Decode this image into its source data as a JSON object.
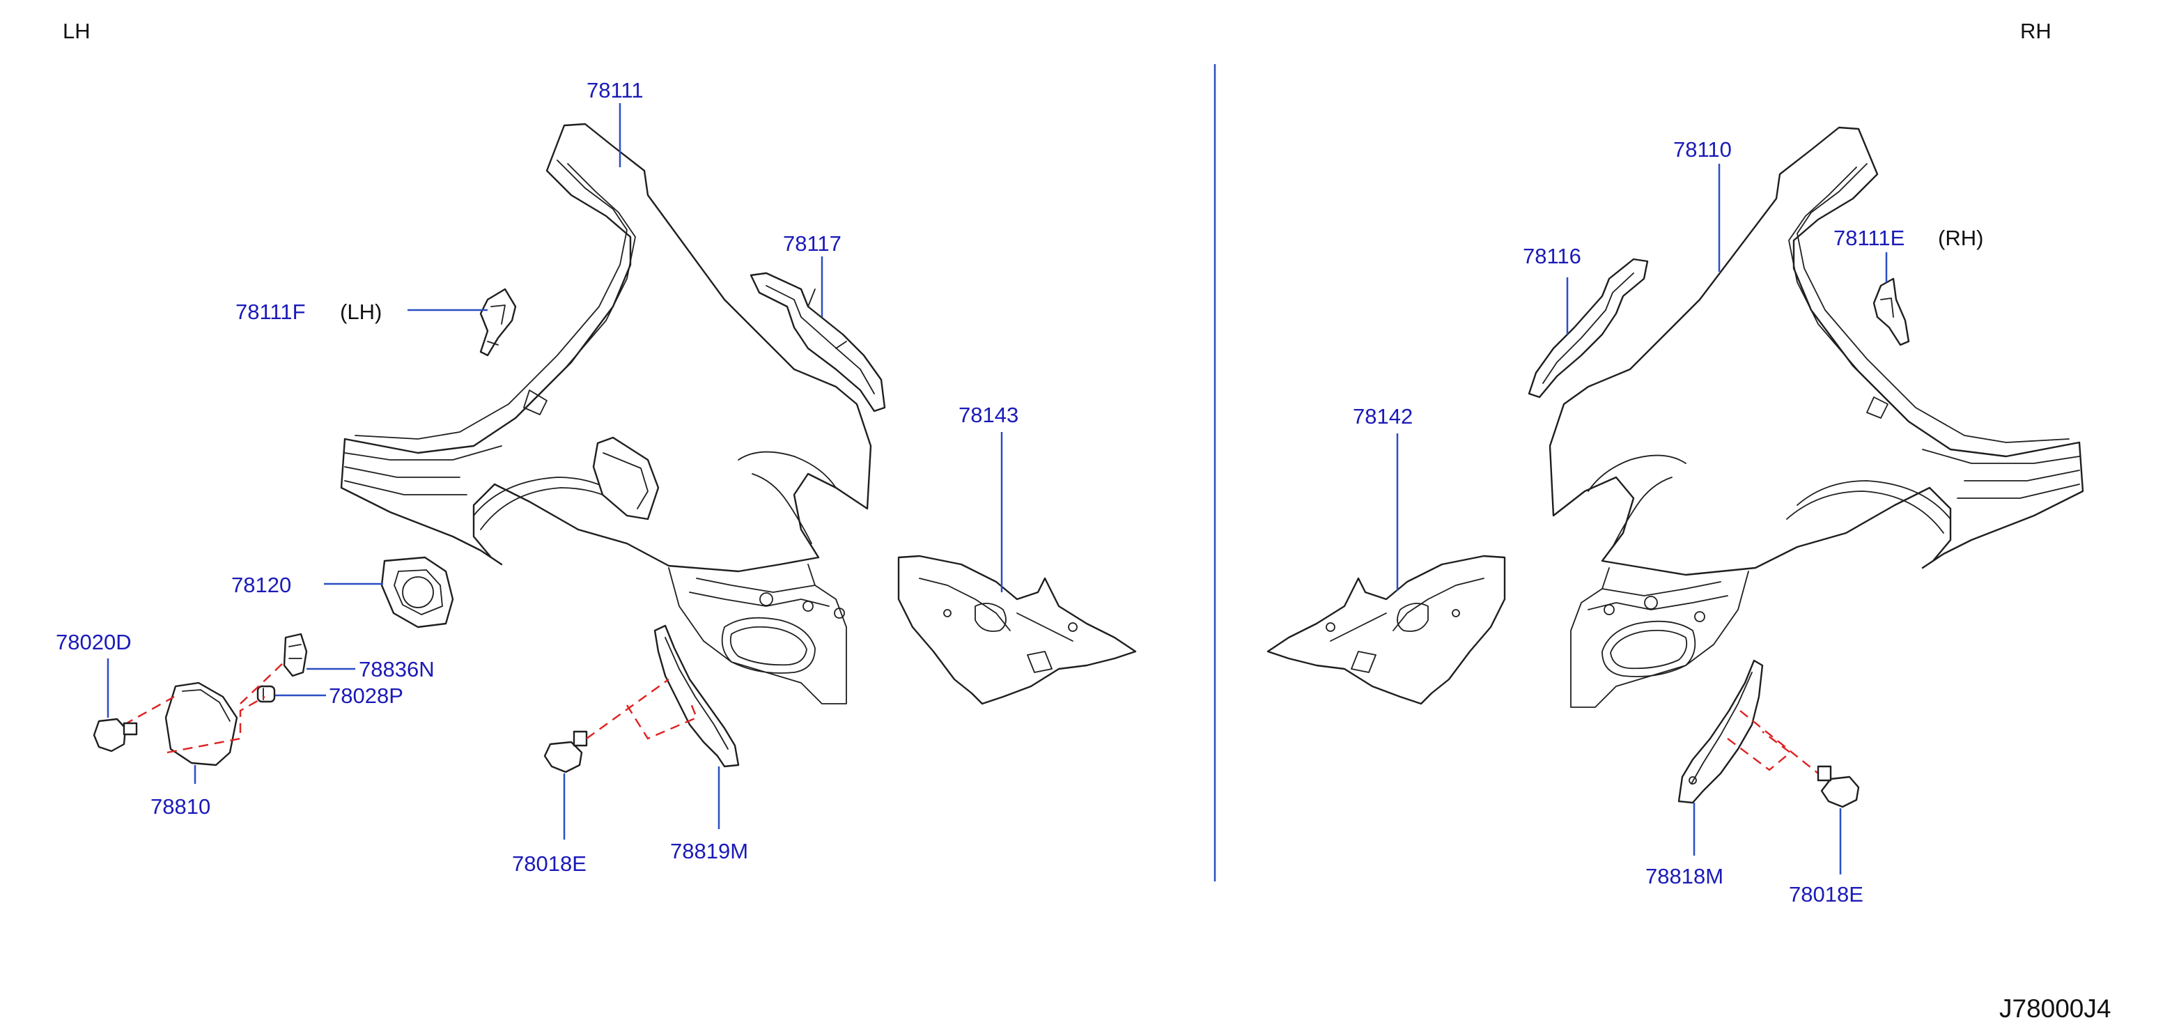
{
  "sides": {
    "left": "LH",
    "right": "RH"
  },
  "diagram_code": "J78000J4",
  "labels": {
    "p78111": "78111",
    "p78111f": "78111F",
    "p78111f_note": "(LH)",
    "p78117": "78117",
    "p78143": "78143",
    "p78120": "78120",
    "p78020d": "78020D",
    "p78836n": "78836N",
    "p78028p": "78028P",
    "p78810": "78810",
    "p78018e_left": "78018E",
    "p78819m": "78819M",
    "p78110": "78110",
    "p78116": "78116",
    "p78111e": "78111E",
    "p78111e_note": "(RH)",
    "p78142": "78142",
    "p78818m": "78818M",
    "p78018e_right": "78018E"
  },
  "colors": {
    "label": "#1a1ab8",
    "leader": "#2a4fc4",
    "dashed": "#e02020",
    "outline": "#1f1f1f"
  }
}
